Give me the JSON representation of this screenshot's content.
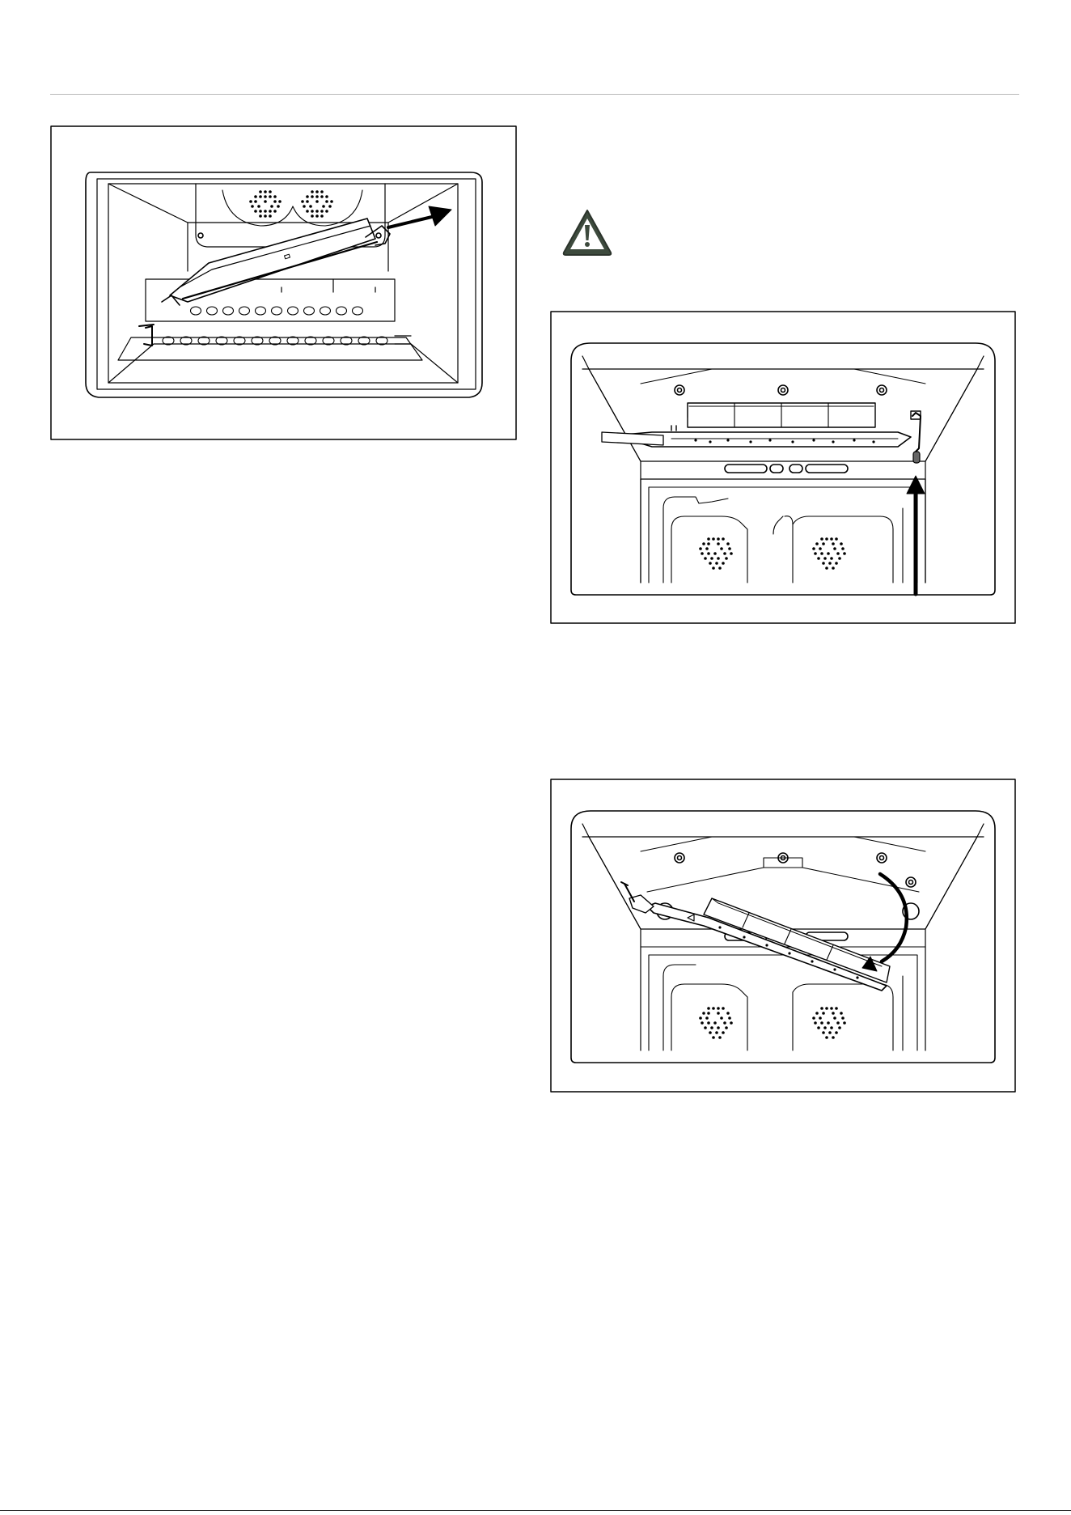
{
  "page": {
    "footer_text": "",
    "icon_names": {
      "warning": "warning-triangle-icon"
    },
    "figures": [
      {
        "id": "fig-a",
        "arrow_icon": "arrow-up-right-icon"
      },
      {
        "id": "fig-b",
        "arrow_icon": "arrow-up-icon"
      },
      {
        "id": "fig-c",
        "arrow_icon": "curved-arrow-down-icon"
      }
    ],
    "colors": {
      "line": "#000000",
      "warning_fill": "#3d4a3d",
      "rule": "#b8b8b8"
    }
  }
}
